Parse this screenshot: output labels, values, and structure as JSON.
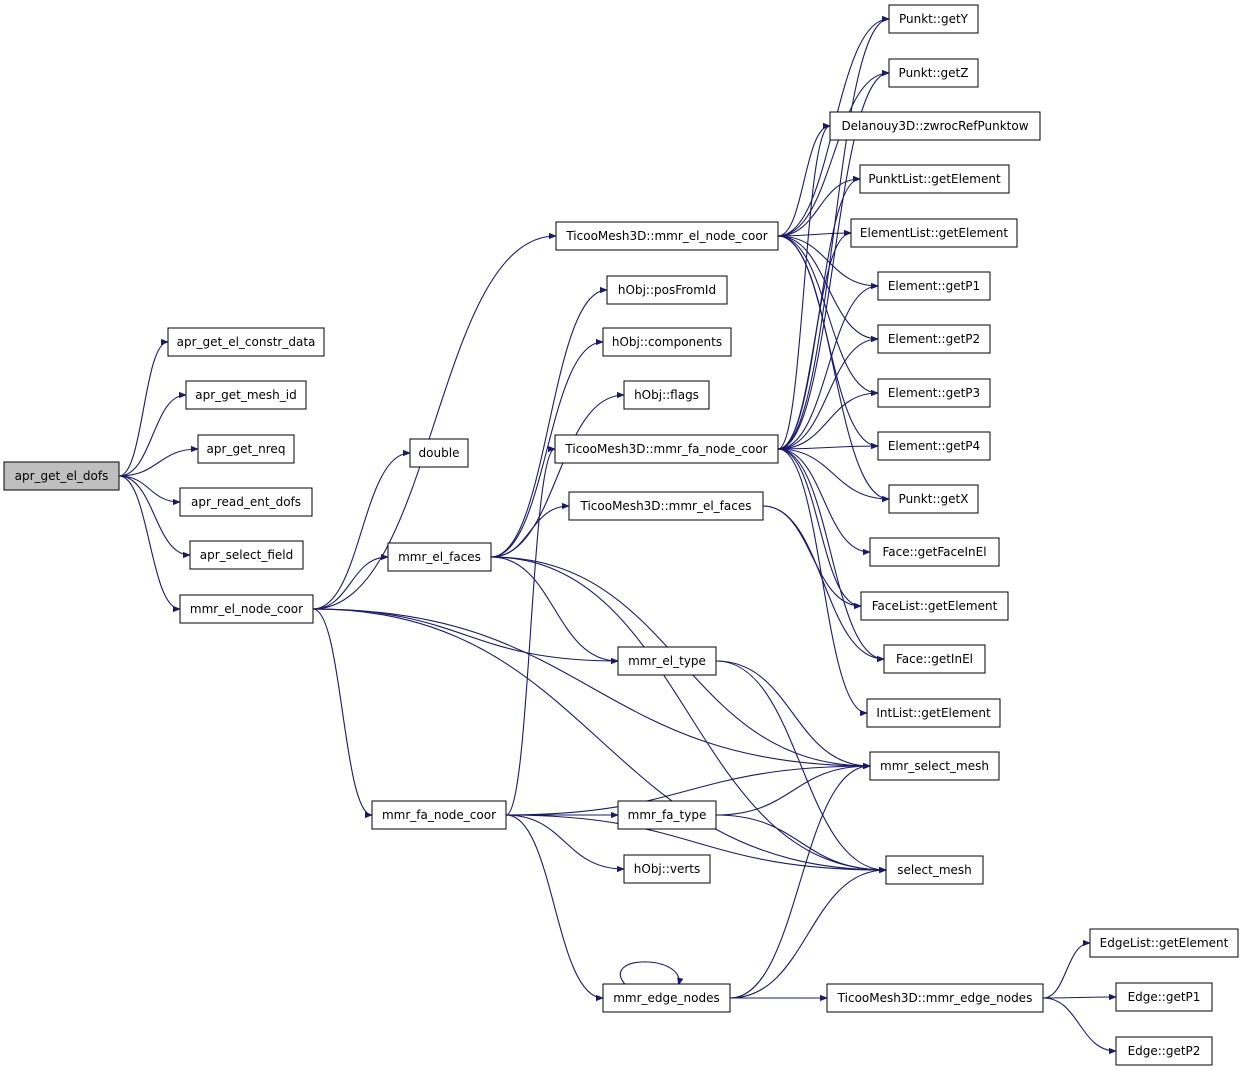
{
  "graph": {
    "root": "apr_get_el_dofs",
    "edge_color": "#191970",
    "root_fill": "#bfbfbf",
    "nodes": [
      {
        "id": "apr_get_el_dofs",
        "label": "apr_get_el_dofs"
      },
      {
        "id": "apr_get_el_constr_data",
        "label": "apr_get_el_constr_data"
      },
      {
        "id": "apr_get_mesh_id",
        "label": "apr_get_mesh_id"
      },
      {
        "id": "apr_get_nreq",
        "label": "apr_get_nreq"
      },
      {
        "id": "apr_read_ent_dofs",
        "label": "apr_read_ent_dofs"
      },
      {
        "id": "apr_select_field",
        "label": "apr_select_field"
      },
      {
        "id": "mmr_el_node_coor",
        "label": "mmr_el_node_coor"
      },
      {
        "id": "double",
        "label": "double"
      },
      {
        "id": "mmr_el_faces",
        "label": "mmr_el_faces"
      },
      {
        "id": "mmr_fa_node_coor",
        "label": "mmr_fa_node_coor"
      },
      {
        "id": "TicooMesh3D_mmr_el_node_coor",
        "label": "TicooMesh3D::mmr_el_node_coor"
      },
      {
        "id": "hObj_posFromId",
        "label": "hObj::posFromId"
      },
      {
        "id": "hObj_components",
        "label": "hObj::components"
      },
      {
        "id": "hObj_flags",
        "label": "hObj::flags"
      },
      {
        "id": "TicooMesh3D_mmr_fa_node_coor",
        "label": "TicooMesh3D::mmr_fa_node_coor"
      },
      {
        "id": "TicooMesh3D_mmr_el_faces",
        "label": "TicooMesh3D::mmr_el_faces"
      },
      {
        "id": "mmr_el_type",
        "label": "mmr_el_type"
      },
      {
        "id": "mmr_fa_type",
        "label": "mmr_fa_type"
      },
      {
        "id": "hObj_verts",
        "label": "hObj::verts"
      },
      {
        "id": "mmr_edge_nodes",
        "label": "mmr_edge_nodes"
      },
      {
        "id": "TicooMesh3D_mmr_edge_nodes",
        "label": "TicooMesh3D::mmr_edge_nodes"
      },
      {
        "id": "Punkt_getY",
        "label": "Punkt::getY"
      },
      {
        "id": "Punkt_getZ",
        "label": "Punkt::getZ"
      },
      {
        "id": "Delanouy3D_zwrocRefPunktow",
        "label": "Delanouy3D::zwrocRefPunktow"
      },
      {
        "id": "PunktList_getElement",
        "label": "PunktList::getElement"
      },
      {
        "id": "ElementList_getElement",
        "label": "ElementList::getElement"
      },
      {
        "id": "Element_getP1",
        "label": "Element::getP1"
      },
      {
        "id": "Element_getP2",
        "label": "Element::getP2"
      },
      {
        "id": "Element_getP3",
        "label": "Element::getP3"
      },
      {
        "id": "Element_getP4",
        "label": "Element::getP4"
      },
      {
        "id": "Punkt_getX",
        "label": "Punkt::getX"
      },
      {
        "id": "Face_getFaceInEl",
        "label": "Face::getFaceInEl"
      },
      {
        "id": "FaceList_getElement",
        "label": "FaceList::getElement"
      },
      {
        "id": "Face_getInEl",
        "label": "Face::getInEl"
      },
      {
        "id": "IntList_getElement",
        "label": "IntList::getElement"
      },
      {
        "id": "mmr_select_mesh",
        "label": "mmr_select_mesh"
      },
      {
        "id": "select_mesh",
        "label": "select_mesh"
      },
      {
        "id": "EdgeList_getElement",
        "label": "EdgeList::getElement"
      },
      {
        "id": "Edge_getP1",
        "label": "Edge::getP1"
      },
      {
        "id": "Edge_getP2",
        "label": "Edge::getP2"
      }
    ],
    "edges": [
      [
        "apr_get_el_dofs",
        "apr_get_el_constr_data"
      ],
      [
        "apr_get_el_dofs",
        "apr_get_mesh_id"
      ],
      [
        "apr_get_el_dofs",
        "apr_get_nreq"
      ],
      [
        "apr_get_el_dofs",
        "apr_read_ent_dofs"
      ],
      [
        "apr_get_el_dofs",
        "apr_select_field"
      ],
      [
        "apr_get_el_dofs",
        "mmr_el_node_coor"
      ],
      [
        "mmr_el_node_coor",
        "double"
      ],
      [
        "mmr_el_node_coor",
        "TicooMesh3D_mmr_el_node_coor"
      ],
      [
        "mmr_el_node_coor",
        "mmr_el_faces"
      ],
      [
        "mmr_el_node_coor",
        "mmr_el_type"
      ],
      [
        "mmr_el_node_coor",
        "mmr_select_mesh"
      ],
      [
        "mmr_el_node_coor",
        "mmr_fa_node_coor"
      ],
      [
        "mmr_el_node_coor",
        "select_mesh"
      ],
      [
        "mmr_el_faces",
        "hObj_posFromId"
      ],
      [
        "mmr_el_faces",
        "hObj_components"
      ],
      [
        "mmr_el_faces",
        "hObj_flags"
      ],
      [
        "mmr_el_faces",
        "TicooMesh3D_mmr_el_faces"
      ],
      [
        "mmr_el_faces",
        "mmr_el_type"
      ],
      [
        "mmr_el_faces",
        "mmr_select_mesh"
      ],
      [
        "mmr_el_faces",
        "select_mesh"
      ],
      [
        "mmr_fa_node_coor",
        "TicooMesh3D_mmr_fa_node_coor"
      ],
      [
        "mmr_fa_node_coor",
        "mmr_select_mesh"
      ],
      [
        "mmr_fa_node_coor",
        "mmr_fa_type"
      ],
      [
        "mmr_fa_node_coor",
        "hObj_verts"
      ],
      [
        "mmr_fa_node_coor",
        "select_mesh"
      ],
      [
        "mmr_fa_node_coor",
        "mmr_edge_nodes"
      ],
      [
        "TicooMesh3D_mmr_el_node_coor",
        "Punkt_getY"
      ],
      [
        "TicooMesh3D_mmr_el_node_coor",
        "Punkt_getZ"
      ],
      [
        "TicooMesh3D_mmr_el_node_coor",
        "Delanouy3D_zwrocRefPunktow"
      ],
      [
        "TicooMesh3D_mmr_el_node_coor",
        "PunktList_getElement"
      ],
      [
        "TicooMesh3D_mmr_el_node_coor",
        "ElementList_getElement"
      ],
      [
        "TicooMesh3D_mmr_el_node_coor",
        "Element_getP1"
      ],
      [
        "TicooMesh3D_mmr_el_node_coor",
        "Element_getP2"
      ],
      [
        "TicooMesh3D_mmr_el_node_coor",
        "Element_getP3"
      ],
      [
        "TicooMesh3D_mmr_el_node_coor",
        "Element_getP4"
      ],
      [
        "TicooMesh3D_mmr_el_node_coor",
        "Punkt_getX"
      ],
      [
        "TicooMesh3D_mmr_fa_node_coor",
        "Punkt_getY"
      ],
      [
        "TicooMesh3D_mmr_fa_node_coor",
        "Punkt_getZ"
      ],
      [
        "TicooMesh3D_mmr_fa_node_coor",
        "Delanouy3D_zwrocRefPunktow"
      ],
      [
        "TicooMesh3D_mmr_fa_node_coor",
        "PunktList_getElement"
      ],
      [
        "TicooMesh3D_mmr_fa_node_coor",
        "ElementList_getElement"
      ],
      [
        "TicooMesh3D_mmr_fa_node_coor",
        "Element_getP1"
      ],
      [
        "TicooMesh3D_mmr_fa_node_coor",
        "Element_getP2"
      ],
      [
        "TicooMesh3D_mmr_fa_node_coor",
        "Element_getP3"
      ],
      [
        "TicooMesh3D_mmr_fa_node_coor",
        "Element_getP4"
      ],
      [
        "TicooMesh3D_mmr_fa_node_coor",
        "Punkt_getX"
      ],
      [
        "TicooMesh3D_mmr_fa_node_coor",
        "Face_getFaceInEl"
      ],
      [
        "TicooMesh3D_mmr_fa_node_coor",
        "FaceList_getElement"
      ],
      [
        "TicooMesh3D_mmr_fa_node_coor",
        "Face_getInEl"
      ],
      [
        "TicooMesh3D_mmr_fa_node_coor",
        "IntList_getElement"
      ],
      [
        "TicooMesh3D_mmr_el_faces",
        "FaceList_getElement"
      ],
      [
        "TicooMesh3D_mmr_el_faces",
        "Face_getInEl"
      ],
      [
        "mmr_el_type",
        "mmr_select_mesh"
      ],
      [
        "mmr_el_type",
        "select_mesh"
      ],
      [
        "mmr_fa_type",
        "mmr_select_mesh"
      ],
      [
        "mmr_fa_type",
        "select_mesh"
      ],
      [
        "mmr_edge_nodes",
        "mmr_edge_nodes"
      ],
      [
        "mmr_edge_nodes",
        "mmr_select_mesh"
      ],
      [
        "mmr_edge_nodes",
        "select_mesh"
      ],
      [
        "mmr_edge_nodes",
        "TicooMesh3D_mmr_edge_nodes"
      ],
      [
        "TicooMesh3D_mmr_edge_nodes",
        "EdgeList_getElement"
      ],
      [
        "TicooMesh3D_mmr_edge_nodes",
        "Edge_getP1"
      ],
      [
        "TicooMesh3D_mmr_edge_nodes",
        "Edge_getP2"
      ]
    ]
  }
}
